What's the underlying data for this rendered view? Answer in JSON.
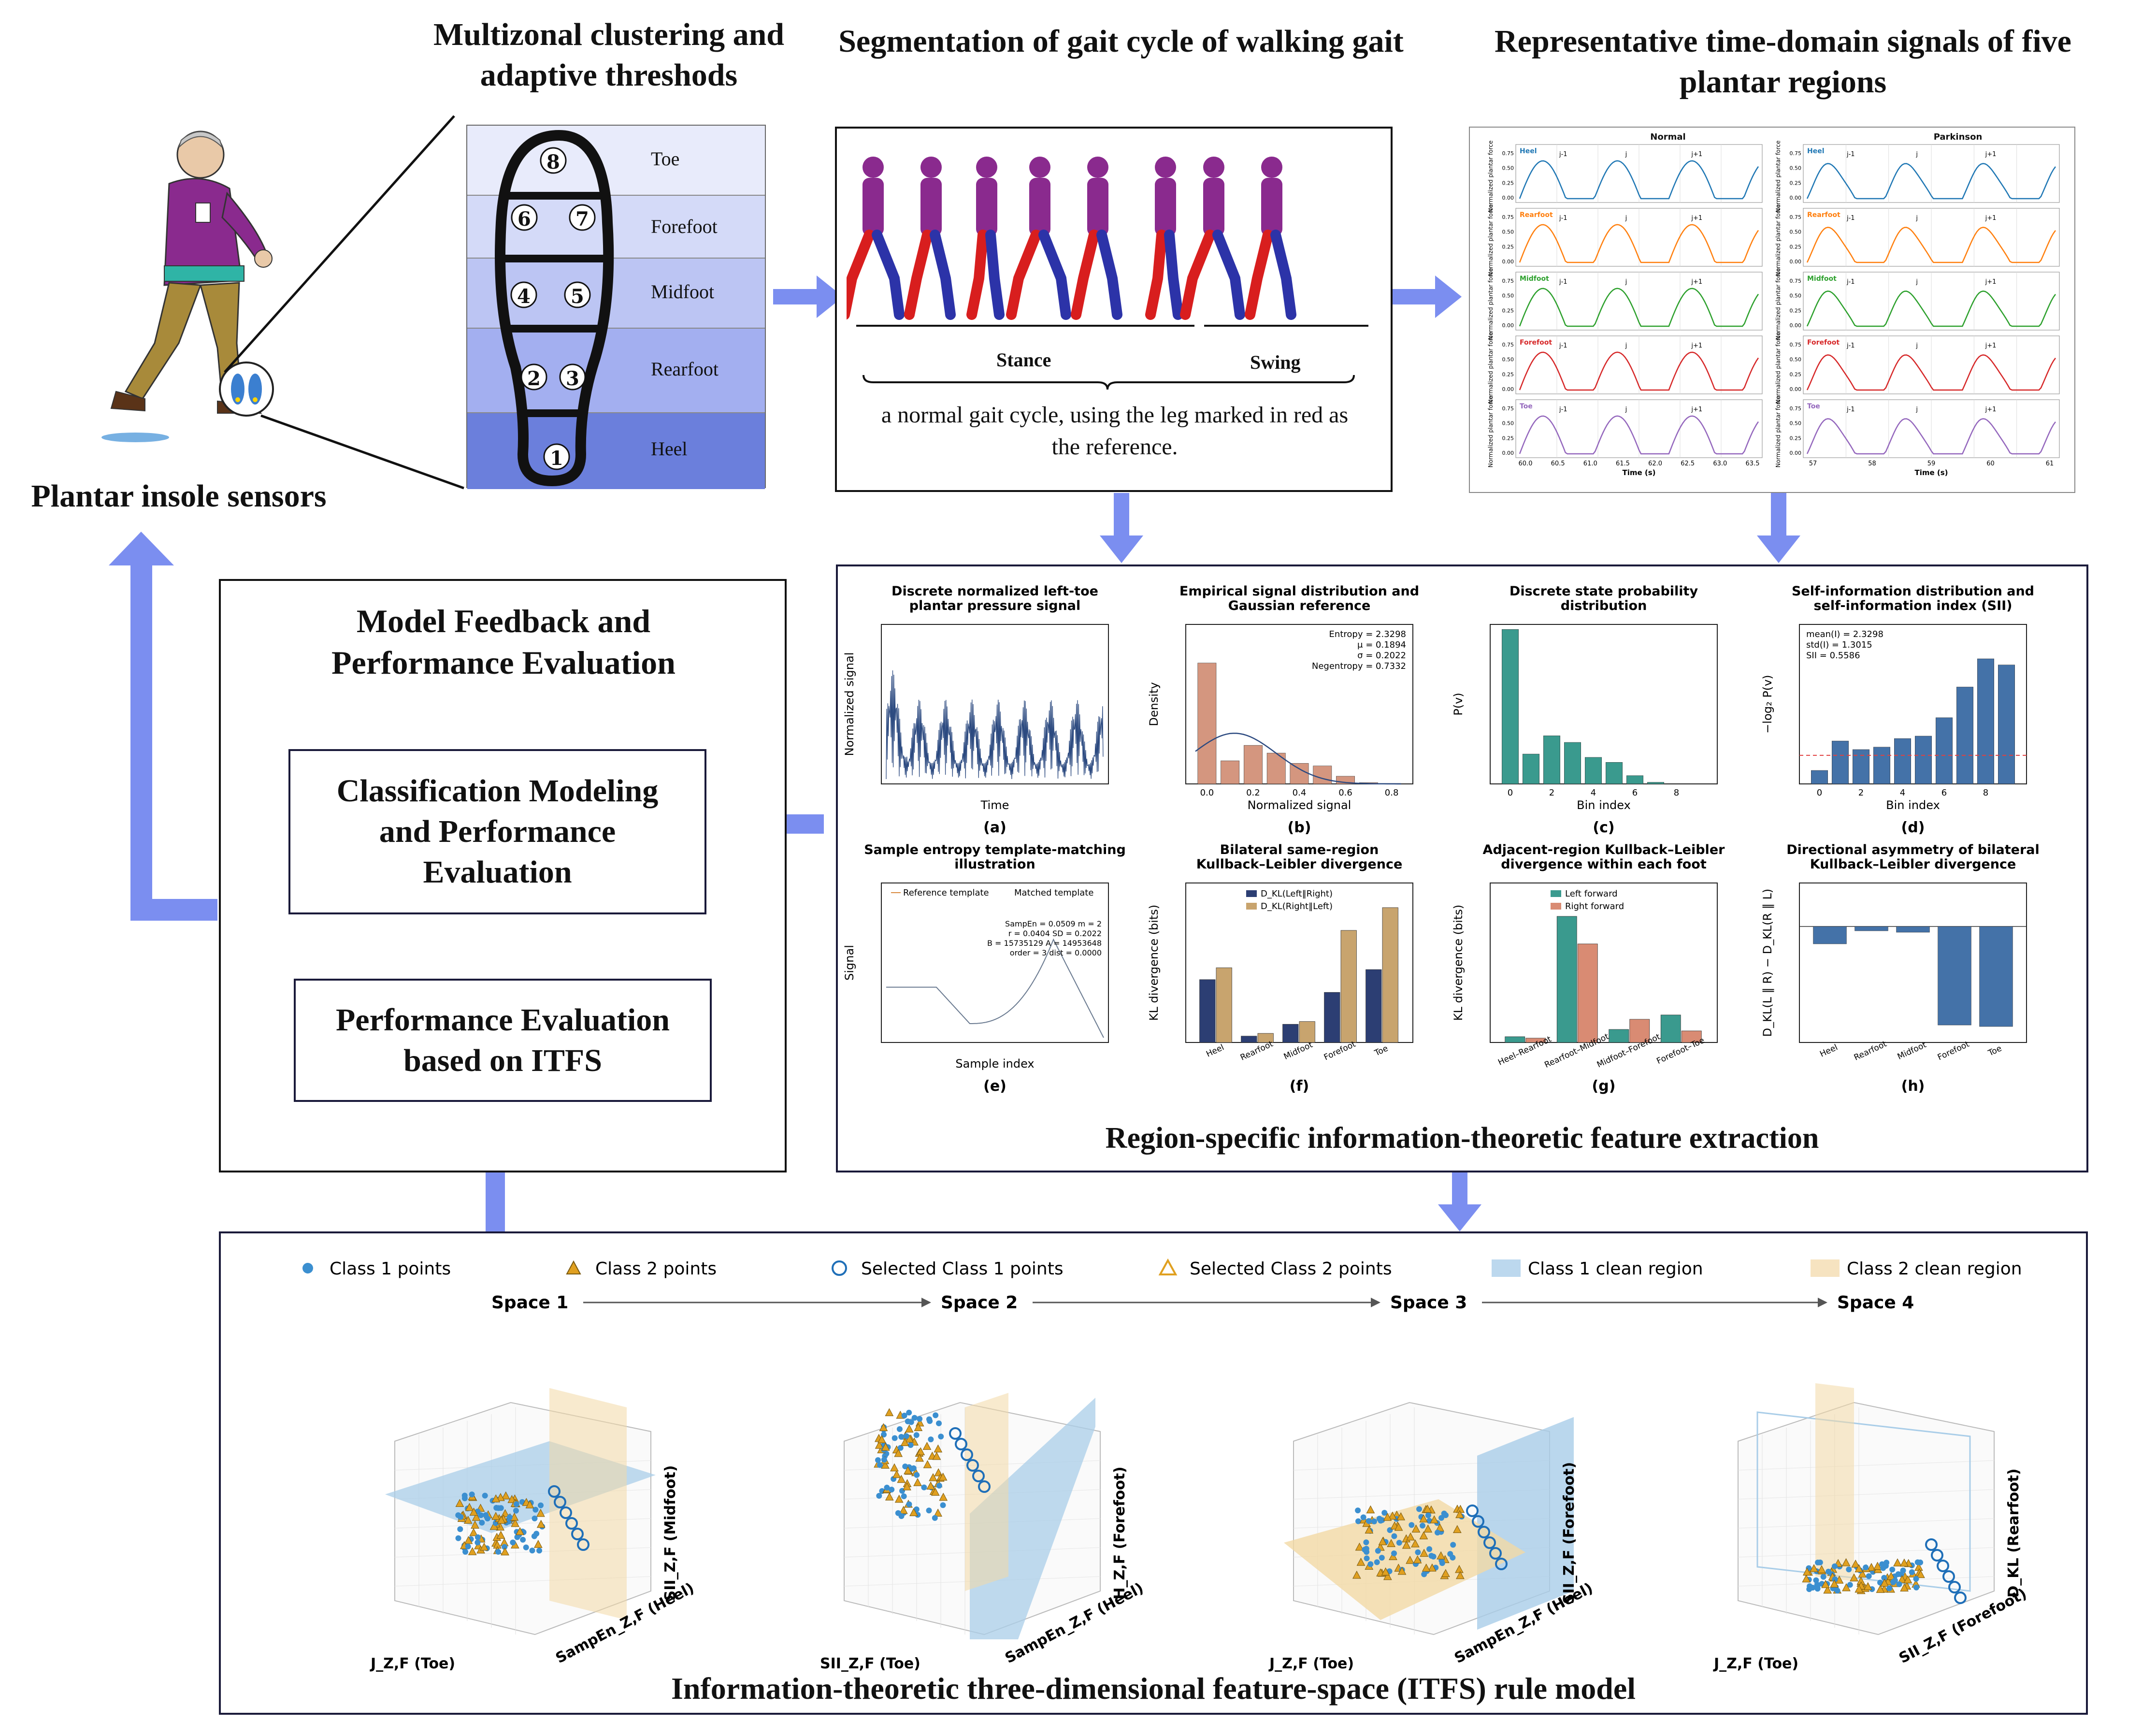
{
  "panels": {
    "sensors_label": "Plantar insole sensors",
    "clustering_title": "Multizonal clustering and adaptive threshods",
    "segmentation_title": "Segmentation of gait cycle of walking gait",
    "signals_title": "Representative time-domain signals of five plantar regions",
    "feedback_title": "Model Feedback and Performance Evaluation",
    "classification_label": "Classification Modeling and Performance Evaluation",
    "itfs_eval_label": "Performance Evaluation based on ITFS",
    "feature_extraction_title": "Region-specific information-theoretic feature extraction",
    "itfs_model_title": "Information-theoretic three-dimensional feature-space (ITFS) rule model"
  },
  "insole": {
    "zones": [
      "Toe",
      "Forefoot",
      "Midfoot",
      "Rearfoot",
      "Heel"
    ],
    "zone_colors": [
      "#e8ebfb",
      "#d4daf8",
      "#bcc5f3",
      "#a3aff0",
      "#6b7fdc"
    ],
    "sensor_numbers": [
      "8",
      "6",
      "7",
      "4",
      "5",
      "2",
      "3",
      "1"
    ]
  },
  "gait": {
    "stance_label": "Stance",
    "swing_label": "Swing",
    "caption": "a normal gait cycle, using the leg marked in red as the reference."
  },
  "signals": {
    "normal_title": "Normal",
    "parkinson_title": "Parkinson",
    "regions": [
      {
        "name": "Heel",
        "color": "#1f77b4"
      },
      {
        "name": "Rearfoot",
        "color": "#ff7f0e"
      },
      {
        "name": "Midfoot",
        "color": "#2ca02c"
      },
      {
        "name": "Forefoot",
        "color": "#d62728"
      },
      {
        "name": "Toe",
        "color": "#9467bd"
      }
    ],
    "ylabel": "Normalized plantar force",
    "xlabel": "Time (s)",
    "cycle_labels": [
      "j-1",
      "j",
      "j+1"
    ],
    "normal_xticks": [
      "60.0",
      "60.5",
      "61.0",
      "61.5",
      "62.0",
      "62.5",
      "63.0",
      "63.5"
    ],
    "parkinson_xticks": [
      "57",
      "58",
      "59",
      "60",
      "61"
    ],
    "yticks": [
      "0.00",
      "0.25",
      "0.50",
      "0.75"
    ]
  },
  "features": {
    "a": {
      "title": "Discrete normalized left-toe plantar pressure signal",
      "xlabel": "Time",
      "ylabel": "Normalized signal",
      "label": "(a)"
    },
    "b": {
      "title": "Empirical signal distribution and Gaussian reference",
      "xlabel": "Normalized signal",
      "ylabel": "Density",
      "label": "(b)",
      "stats": [
        "Entropy = 2.3298",
        "μ = 0.1894",
        "σ = 0.2022",
        "Negentropy = 0.7332"
      ]
    },
    "c": {
      "title": "Discrete state probability distribution",
      "xlabel": "Bin index",
      "ylabel": "P(v)",
      "label": "(c)"
    },
    "d": {
      "title": "Self-information distribution and self-information index (SII)",
      "xlabel": "Bin index",
      "ylabel": "−log₂ P(v)",
      "label": "(d)",
      "stats": [
        "mean(I) = 2.3298",
        "std(I) = 1.3015",
        "SII = 0.5586"
      ]
    },
    "e": {
      "title": "Sample entropy template-matching illustration",
      "xlabel": "Sample index",
      "ylabel": "Signal",
      "label": "(e)",
      "legend": [
        "Reference template",
        "Matched template"
      ],
      "stats": [
        "SampEn = 0.0509    m = 2",
        "r = 0.0404    SD = 0.2022",
        "B = 15735129    A = 14953648",
        "order = 3    dist = 0.0000"
      ]
    },
    "f": {
      "title": "Bilateral same-region Kullback–Leibler divergence",
      "ylabel": "KL divergence (bits)",
      "label": "(f)",
      "legend": [
        "D_KL(Left‖Right)",
        "D_KL(Right‖Left)"
      ]
    },
    "g": {
      "title": "Adjacent-region Kullback–Leibler divergence within each foot",
      "ylabel": "KL divergence (bits)",
      "label": "(g)",
      "legend": [
        "Left forward",
        "Right forward"
      ]
    },
    "h": {
      "title": "Directional asymmetry of bilateral Kullback–Leibler divergence",
      "ylabel": "D_KL(L ‖ R) − D_KL(R ‖ L)",
      "label": "(h)"
    }
  },
  "chart_data": [
    {
      "type": "bar",
      "id": "c",
      "categories": [
        "0",
        "1",
        "2",
        "3",
        "4",
        "5",
        "6",
        "7",
        "8",
        "9"
      ],
      "values": [
        0.465,
        0.09,
        0.145,
        0.125,
        0.08,
        0.065,
        0.025,
        0.005,
        0.0,
        0.0
      ],
      "xlabel": "Bin index",
      "ylabel": "P(v)",
      "ylim": [
        0,
        0.48
      ],
      "color": "#3a9a8e"
    },
    {
      "type": "bar",
      "id": "d",
      "categories": [
        "0",
        "1",
        "2",
        "3",
        "4",
        "5",
        "6",
        "7",
        "8",
        "9"
      ],
      "values": [
        1.1,
        3.5,
        2.8,
        3.0,
        3.7,
        3.9,
        5.4,
        7.9,
        10.2,
        9.7
      ],
      "xlabel": "Bin index",
      "ylabel": "−log₂ P(v)",
      "ylim": [
        0,
        13
      ],
      "color": "#4472a8",
      "mean_line": 2.33
    },
    {
      "type": "bar",
      "id": "b",
      "categories": [
        "0.0",
        "0.1",
        "0.2",
        "0.3",
        "0.4",
        "0.5",
        "0.6",
        "0.7",
        "0.8"
      ],
      "values": [
        4.7,
        0.9,
        1.5,
        1.2,
        0.8,
        0.7,
        0.3,
        0.05,
        0.02
      ],
      "xlabel": "Normalized signal",
      "ylabel": "Density",
      "ylim": [
        0,
        6.2
      ],
      "color": "#d4967f"
    },
    {
      "type": "bar",
      "id": "f",
      "categories": [
        "Heel",
        "Rearfoot",
        "Midfoot",
        "Forefoot",
        "Toe"
      ],
      "series": [
        {
          "name": "D_KL(Left‖Right)",
          "values": [
            0.069,
            0.007,
            0.02,
            0.055,
            0.08
          ],
          "color": "#2c3e73"
        },
        {
          "name": "D_KL(Right‖Left)",
          "values": [
            0.082,
            0.01,
            0.023,
            0.123,
            0.148
          ],
          "color": "#c8a46e"
        }
      ],
      "ylabel": "KL divergence (bits)",
      "ylim": [
        0,
        0.175
      ]
    },
    {
      "type": "bar",
      "id": "g",
      "categories": [
        "Heel–Rearfoot",
        "Rearfoot–Midfoot",
        "Midfoot–Forefoot",
        "Forefoot–Toe"
      ],
      "series": [
        {
          "name": "Left forward",
          "values": [
            0.04,
            0.87,
            0.09,
            0.19
          ],
          "color": "#3a9a8e"
        },
        {
          "name": "Right forward",
          "values": [
            0.03,
            0.68,
            0.16,
            0.08
          ],
          "color": "#d98b73"
        }
      ],
      "ylabel": "KL divergence (bits)",
      "ylim": [
        0,
        1.1
      ]
    },
    {
      "type": "bar",
      "id": "h",
      "categories": [
        "Heel",
        "Rearfoot",
        "Midfoot",
        "Forefoot",
        "Toe"
      ],
      "values": [
        -0.012,
        -0.003,
        -0.004,
        -0.068,
        -0.069
      ],
      "ylabel": "D_KL(L ‖ R) − D_KL(R ‖ L)",
      "ylim": [
        -0.08,
        0.03
      ],
      "color": "#4472a8"
    }
  ],
  "itfs": {
    "legend": [
      "Class 1 points",
      "Class 2 points",
      "Selected Class 1 points",
      "Selected Class 2 points",
      "Class 1 clean region",
      "Class 2 clean region"
    ],
    "spaces": [
      "Space 1",
      "Space 2",
      "Space 3",
      "Space 4"
    ],
    "class1_color": "#3b8fd0",
    "class2_color": "#e0a020",
    "axes": [
      {
        "x": "J_Z,F (Toe)",
        "y": "SampEn_Z,F (Heel)",
        "z": "SII_Z,F (Midfoot)"
      },
      {
        "x": "SII_Z,F (Toe)",
        "y": "SampEn_Z,F (Heel)",
        "z": "H_Z,F (Forefoot)"
      },
      {
        "x": "J_Z,F (Toe)",
        "y": "SampEn_Z,F (Heel)",
        "z": "SII_Z,F (Forefoot)"
      },
      {
        "x": "J_Z,F (Toe)",
        "y": "SII_Z,F (Forefoot)",
        "z": "D_KL (Rearfoot)"
      }
    ]
  }
}
